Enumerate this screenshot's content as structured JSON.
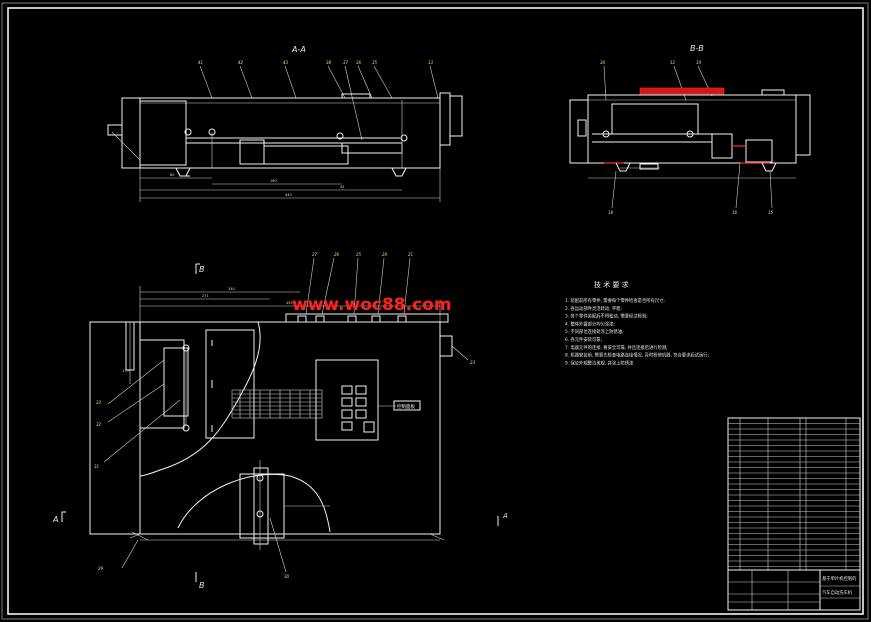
{
  "views": {
    "section_aa": "A-A",
    "section_bb": "B-B",
    "mark_a_left": "A",
    "mark_a_right": "A",
    "mark_b_top": "B",
    "mark_b_bottom": "B"
  },
  "watermark": "www.woc88.com",
  "label_panel": "控制面板",
  "tech_requirements": {
    "title": "技 术 要 求",
    "items": [
      "1. 装配前所有零件, 需要每个零件检查是否所有尺寸;",
      "2. 各运动部件灵活转动, 平稳;",
      "3. 各个零件装配后不得松动, 需要经过检验;",
      "4. 整体外露部分均匀涂漆;",
      "5. 不同部位连接处涂上防锈油;",
      "6. 各元件安装可靠;",
      "7. 电器元件的连接, 要安全可靠, 并且连接后进行检测;",
      "8. 机器安装前, 需要先检查电路连接情况, 及时检修机器, 符合要求后试运行;",
      "9. 保证外观整洁美观, 并涂上防锈漆."
    ]
  },
  "title_block": {
    "title_line1": "基于单片机控制的",
    "title_line2": "汽车自动洗车机"
  },
  "colors": {
    "background": "#000000",
    "line": "#f2f2f2",
    "red": "#ff2a2a"
  }
}
